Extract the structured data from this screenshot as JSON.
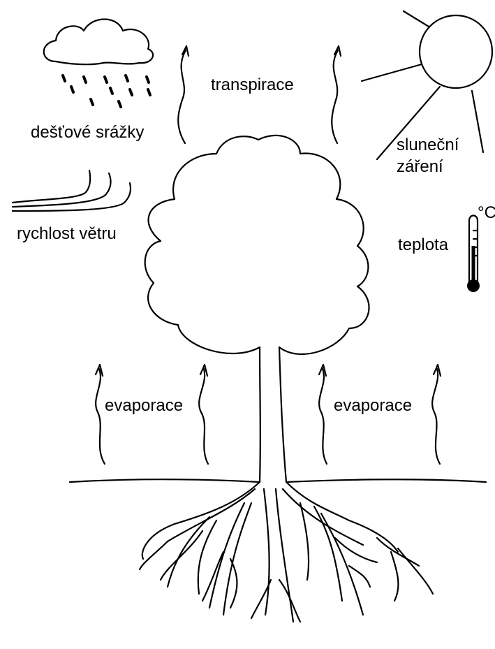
{
  "labels": {
    "precipitation": "dešťové srážky",
    "transpiration": "transpirace",
    "solar_radiation_line1": "sluneční",
    "solar_radiation_line2": "záření",
    "wind_speed": "rychlost větru",
    "temperature": "teplota",
    "degree_symbol": "°C",
    "evaporation_left": "evaporace",
    "evaporation_right": "evaporace"
  },
  "icons": [
    "cloud-icon",
    "rain-icon",
    "sun-icon",
    "wind-icon",
    "thermometer-icon",
    "tree-icon",
    "roots-icon"
  ],
  "colors": {
    "stroke": "#000000",
    "background": "#ffffff"
  }
}
